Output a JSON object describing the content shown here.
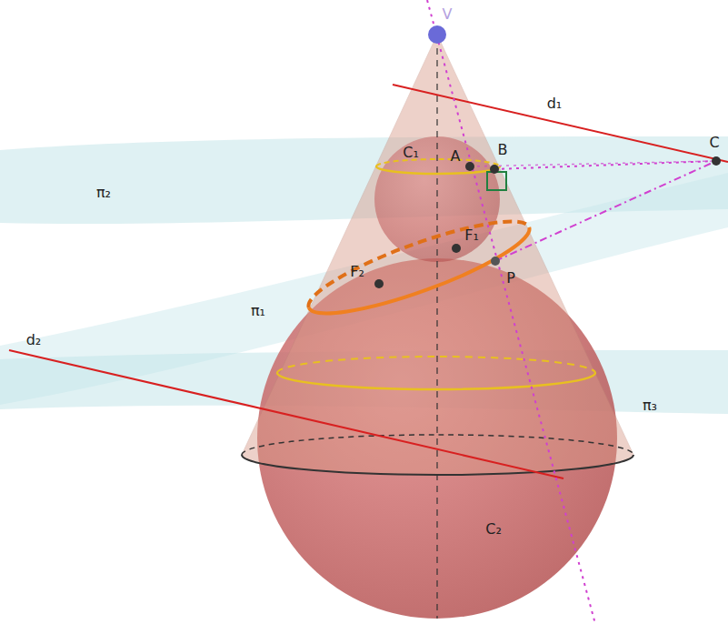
{
  "diagram": {
    "labels": [
      "V",
      "d₁",
      "C₁",
      "A",
      "B",
      "C",
      "π₂",
      "F₁",
      "F₂",
      "P",
      "π₁",
      "d₂",
      "π₃",
      "C₂"
    ]
  }
}
